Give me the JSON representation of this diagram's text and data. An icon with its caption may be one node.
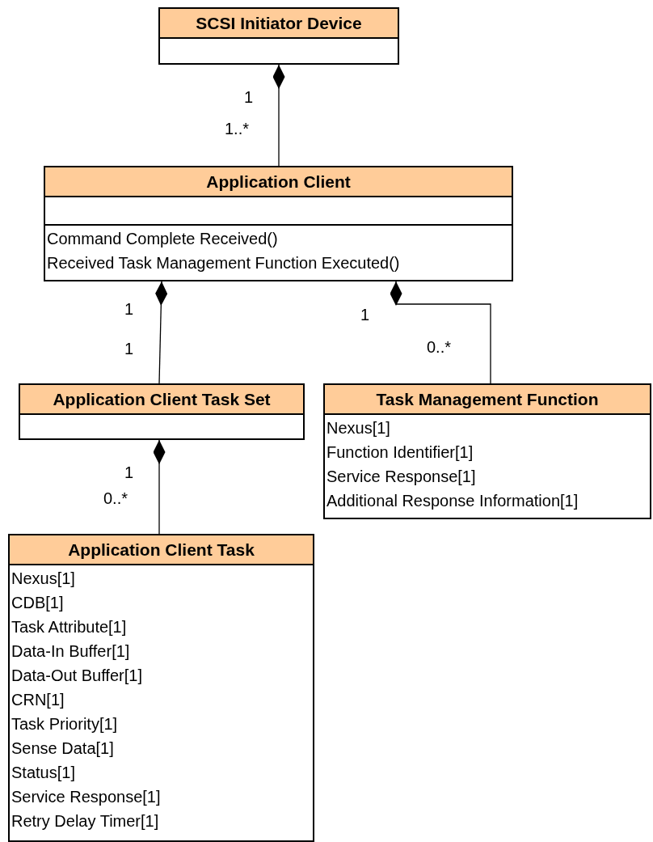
{
  "diagram": {
    "nodes": [
      {
        "text": [
          "SCSI Initiator Device"
        ]
      },
      {
        "text": [
          "Application Client",
          "Command Complete Received()",
          "Received Task Management Function Executed()"
        ]
      },
      {
        "text": [
          "Application Client Task Set"
        ]
      },
      {
        "text": [
          "Task Management Function",
          "Nexus[1]",
          "Function Identifier[1]",
          "Service Response[1]",
          "Additional Response Information[1]"
        ]
      },
      {
        "text": [
          "Application Client Task",
          "Nexus[1]",
          "CDB[1]",
          "Task Attribute[1]",
          "Data-In Buffer[1]",
          "Data-Out Buffer[1]",
          "CRN[1]",
          "Task Priority[1]",
          "Sense Data[1]",
          "Status[1]",
          "Service Response[1]",
          "Retry Delay Timer[1]"
        ]
      }
    ],
    "edges": [
      {
        "from": 0,
        "to": 1,
        "arrow": "other"
      },
      {
        "from": 1,
        "to": 2,
        "arrow": "other"
      },
      {
        "from": 1,
        "to": 3,
        "arrow": "other"
      },
      {
        "from": 2,
        "to": 4,
        "arrow": "other"
      }
    ],
    "labels": [
      "1",
      "1..*",
      "1",
      "1",
      "1",
      "0..*",
      "1",
      "0..*"
    ]
  }
}
